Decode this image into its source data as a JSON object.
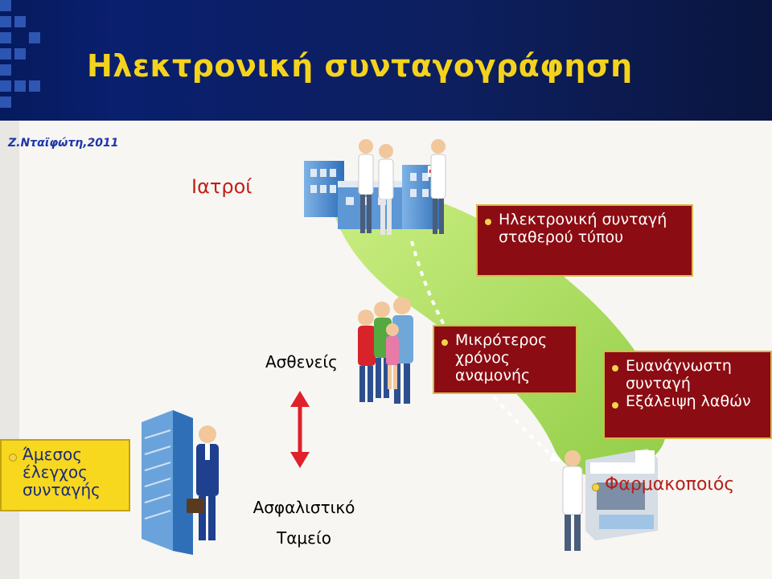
{
  "title": "Ηλεκτρονική συνταγογράφηση",
  "credit": "Ζ.Νταϊφώτη,2011",
  "nodes": {
    "doctors": "Ιατροί",
    "patients": "Ασθενείς",
    "insurance_line1": "Ασφαλιστικό",
    "insurance_line2": "Ταμείο",
    "pharmacist": "Φαρμακοποιός"
  },
  "callouts": {
    "doctors_box": [
      "Ηλεκτρονική συνταγή σταθερού τύπου"
    ],
    "patients_box": [
      "Μικρότερος χρόνος αναμονής"
    ],
    "pharmacy_box": [
      "Ευανάγνωστη συνταγή",
      "Εξάλειψη λαθών"
    ],
    "fund_box": [
      "Άμεσος έλεγχος συνταγής"
    ]
  },
  "colors": {
    "header_bg": "#0a1f6e",
    "title": "#f5d31c",
    "callout_red": "#8b0c12",
    "callout_yellow": "#f7d81e",
    "arrow": "#e0202a",
    "flow_green": "#9ad44b"
  }
}
